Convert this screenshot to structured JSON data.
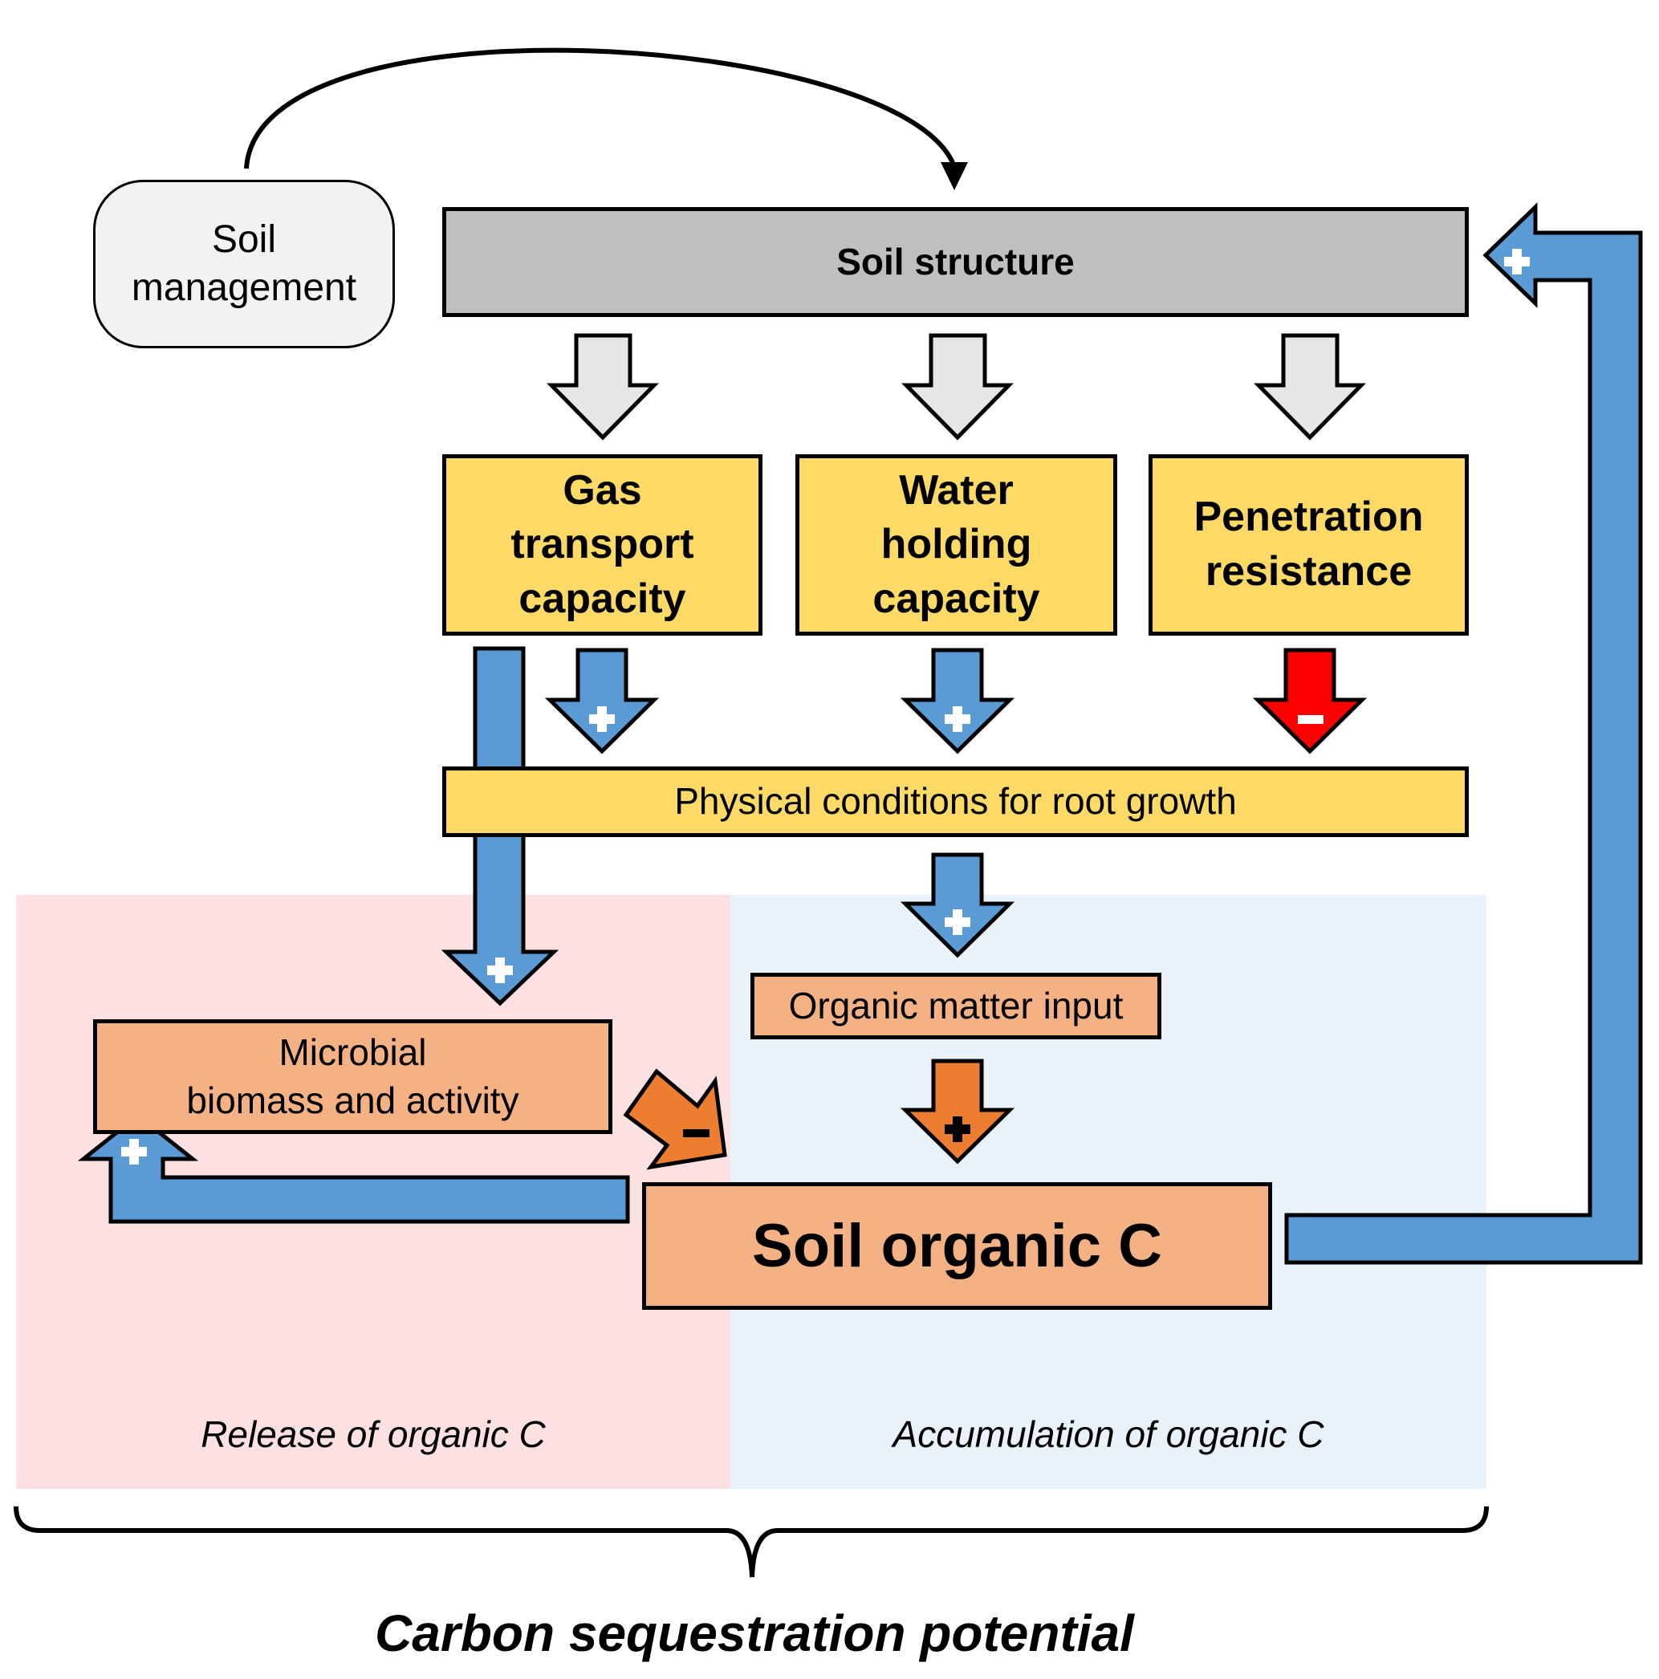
{
  "colors": {
    "gray_box": "#bfbfbf",
    "gray_arrow": "#e6e6e6",
    "yellow": "#fdd966",
    "salmon": "#f4b183",
    "blue_arrow": "#5b9bd5",
    "red_arrow": "#ff0000",
    "orange_arrow": "#ed7d31",
    "pink_zone": "#fde0e2",
    "blue_zone": "#e9f1fa",
    "mgmt_box": "#f2f2f2"
  },
  "nodes": {
    "soil_management": "Soil\nmanagement",
    "soil_structure": "Soil structure",
    "gas_transport": "Gas\ntransport\ncapacity",
    "water_holding": "Water\nholding\ncapacity",
    "penetration_resistance": "Penetration\nresistance",
    "physical_conditions": "Physical conditions for root growth",
    "microbial": "Microbial\nbiomass  and  activity",
    "organic_matter_input": "Organic matter input",
    "soil_organic_c": "Soil organic C"
  },
  "zones": {
    "release": "Release of organic C",
    "accumulation": "Accumulation of organic C"
  },
  "brace_label": "Carbon sequestration potential",
  "signs": {
    "gas_to_physical": "+",
    "water_to_physical": "+",
    "penetration_to_physical": "−",
    "gas_to_microbial": "+",
    "physical_to_organic_input": "+",
    "organic_input_to_soc": "+",
    "microbial_to_soc": "−",
    "soc_to_microbial": "+",
    "soc_to_structure": "+"
  }
}
